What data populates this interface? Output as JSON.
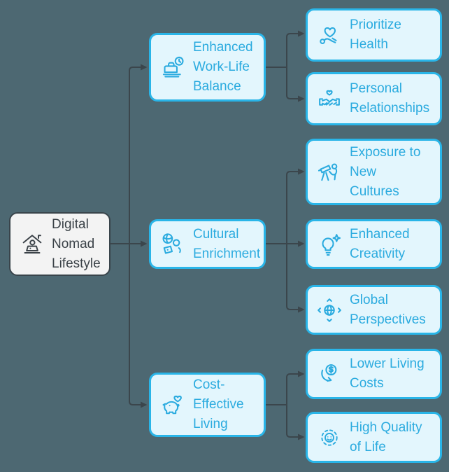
{
  "colors": {
    "background": "#4d6872",
    "edge": "#3b464c",
    "node_fill": "#e3f6fd",
    "node_border": "#29b5e8",
    "node_text": "#2babdf",
    "root_fill": "#f3f3f3",
    "root_border": "#39444b",
    "root_text": "#3b4248"
  },
  "diagram": {
    "root": {
      "label": "Digital\nNomad\nLifestyle",
      "icon": "house-laptop-icon"
    },
    "branches": [
      {
        "label": "Enhanced\nWork-Life\nBalance",
        "icon": "briefcase-clock-icon",
        "children": [
          {
            "label": "Prioritize\nHealth",
            "icon": "heart-stethoscope-icon"
          },
          {
            "label": "Personal\nRelationships",
            "icon": "handshake-heart-icon"
          }
        ]
      },
      {
        "label": "Cultural\nEnrichment",
        "icon": "globe-laptop-icon",
        "children": [
          {
            "label": "Exposure to\nNew\nCultures",
            "icon": "telescope-icon"
          },
          {
            "label": "Enhanced\nCreativity",
            "icon": "lightbulb-sparkle-icon"
          },
          {
            "label": "Global\nPerspectives",
            "icon": "globe-arrows-icon"
          }
        ]
      },
      {
        "label": "Cost-\nEffective\nLiving",
        "icon": "piggy-bank-heart-icon",
        "children": [
          {
            "label": "Lower Living\nCosts",
            "icon": "dollar-decrease-icon"
          },
          {
            "label": "High Quality\nof Life",
            "icon": "smiley-dashed-circle-icon"
          }
        ]
      }
    ]
  }
}
